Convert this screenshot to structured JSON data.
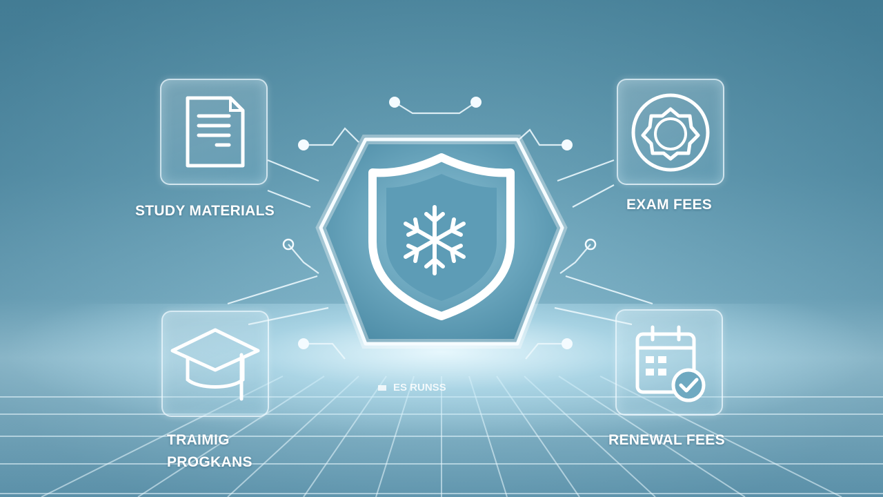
{
  "tiles": {
    "study": {
      "label": "STUDY MATERIALS",
      "icon": "document-icon"
    },
    "exam": {
      "label": "EXAM FEES",
      "icon": "gear-icon"
    },
    "training": {
      "label_line1": "TRAIMIG",
      "label_line2": "PROGKANS",
      "icon": "graduation-cap-icon"
    },
    "renewal": {
      "label": "RENEWAL FEES",
      "icon": "calendar-check-icon"
    }
  },
  "center": {
    "icon": "shield-snowflake-icon",
    "caption": "ES RUNSS"
  },
  "colors": {
    "line": "#eaf7fc",
    "accent": "#ffffff",
    "bg_top": "#4f8ea6",
    "glow": "#dff4fb"
  }
}
